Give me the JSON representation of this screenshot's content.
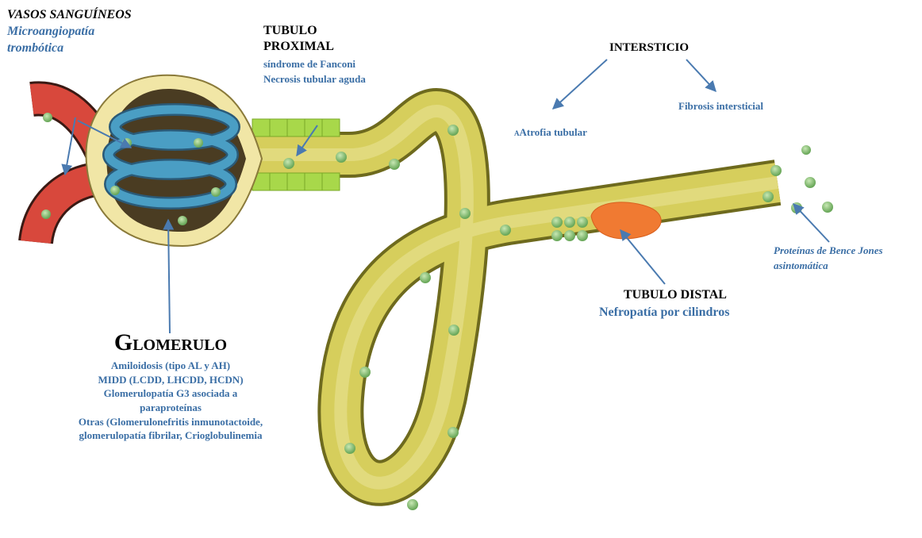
{
  "colors": {
    "label_dark": "#000000",
    "label_blue": "#3a6ea5",
    "arrow": "#4a7ab0",
    "tubule_fill": "#d6ce5c",
    "tubule_edge": "#a8a23a",
    "vessel": "#d8483c",
    "glomerulus_coil": "#4a9ec4",
    "capsule": "#f1e6a6",
    "cast": "#f07a32",
    "protein_dot": "#8fc47c",
    "epithelium": "#a8d84a"
  },
  "labels": {
    "vasos": {
      "title": "VASOS SANGUÍNEOS",
      "line1": "Microangiopatía",
      "line2": "trombótica"
    },
    "proximal": {
      "title1": "TUBULO",
      "title2": "PROXIMAL",
      "line1": "síndrome de Fanconi",
      "line2": "Necrosis tubular aguda"
    },
    "intersticio": {
      "title": "INTERSTICIO"
    },
    "fibrosis": "Fibrosis intersticial",
    "atrofia": {
      "prefix": "A",
      "text": "Atrofia tubular"
    },
    "bence": {
      "line1": "Proteínas de Bence Jones",
      "line2": "asintomática"
    },
    "distal": {
      "title": "TUBULO DISTAL",
      "line1": "Nefropatía por cilindros"
    },
    "glomerulo": {
      "title_big": "G",
      "title_rest": "LOMERULO",
      "lines": [
        "Amiloidosis (tipo AL y AH)",
        "MIDD (LCDD, LHCDD, HCDN)",
        "Glomerulopatía G3 asociada a",
        "paraproteínas",
        "Otras (Glomerulonefritis inmunotactoide,",
        "glomerulopatía fibrilar, Crioglobulinemia"
      ]
    }
  }
}
